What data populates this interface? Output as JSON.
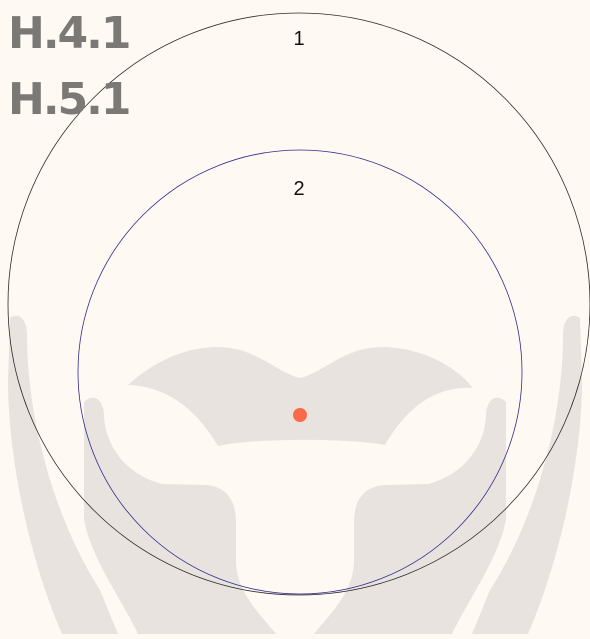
{
  "codes": {
    "primary": "H.4.1",
    "secondary": "H.5.1"
  },
  "circles": [
    {
      "label": "1",
      "stroke": "#2b2b2b"
    },
    {
      "label": "2",
      "stroke": "#2e2a8c"
    }
  ],
  "colors": {
    "background": "#fefaf3",
    "silhouette": "#e8e3de",
    "marker": "#fb6a4a",
    "code_text": "#7b7976"
  }
}
